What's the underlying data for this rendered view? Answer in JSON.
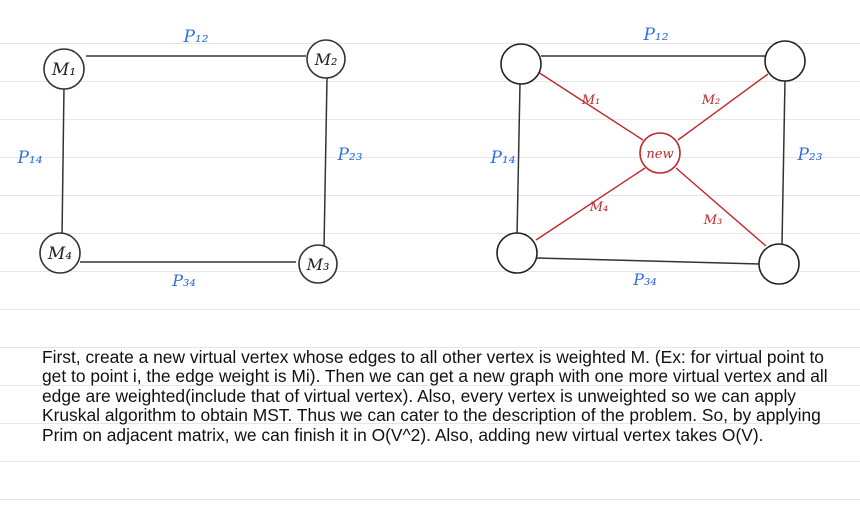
{
  "left_graph": {
    "vertices": [
      "M₁",
      "M₂",
      "M₃",
      "M₄"
    ],
    "edges": {
      "top": "P₁₂",
      "right": "P₂₃",
      "bottom": "P₃₄",
      "left": "P₁₄"
    }
  },
  "right_graph": {
    "center_vertex": "new",
    "edges": {
      "top": "P₁₂",
      "right": "P₂₃",
      "bottom": "P₃₄",
      "left": "P₁₄"
    },
    "virtual_edges": [
      "M₁",
      "M₂",
      "M₃",
      "M₄"
    ]
  },
  "colors": {
    "edge_label": "#2f6fe0",
    "virtual": "#c0272d",
    "vertex": "#222222"
  },
  "explanation": "First, create a new virtual vertex whose edges to all other vertex is weighted M. (Ex: for virtual point to get to point i, the edge weight is Mi). Then we can get a new graph with one more virtual vertex and all edge are weighted(include that of virtual vertex). Also, every vertex is unweighted so we can apply Kruskal algorithm to obtain MST. Thus we can cater to the description of the problem. So, by applying Prim on adjacent matrix, we can finish it in O(V^2). Also, adding new virtual vertex takes O(V)."
}
